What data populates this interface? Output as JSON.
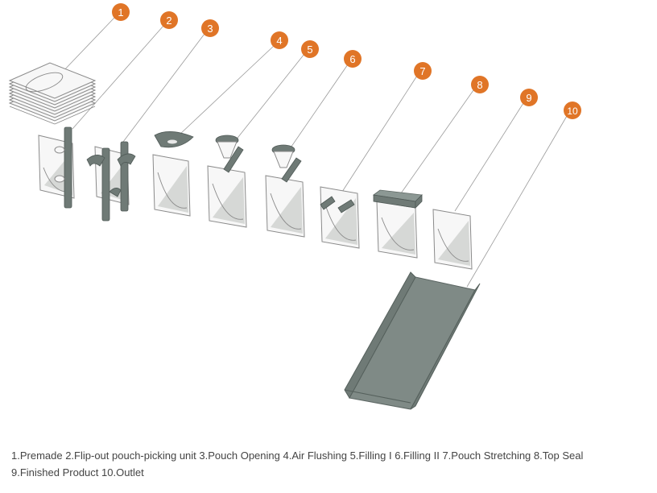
{
  "badges": [
    "1",
    "2",
    "3",
    "4",
    "5",
    "6",
    "7",
    "8",
    "9",
    "10"
  ],
  "badge_color": "#e07527",
  "legend": {
    "line1": "1.Premade 2.Flip-out pouch-picking unit 3.Pouch Opening 4.Air Flushing 5.Filling I 6.Filling II 7.Pouch Stretching 8.Top Seal",
    "line2": "9.Finished Product 10.Outlet"
  }
}
